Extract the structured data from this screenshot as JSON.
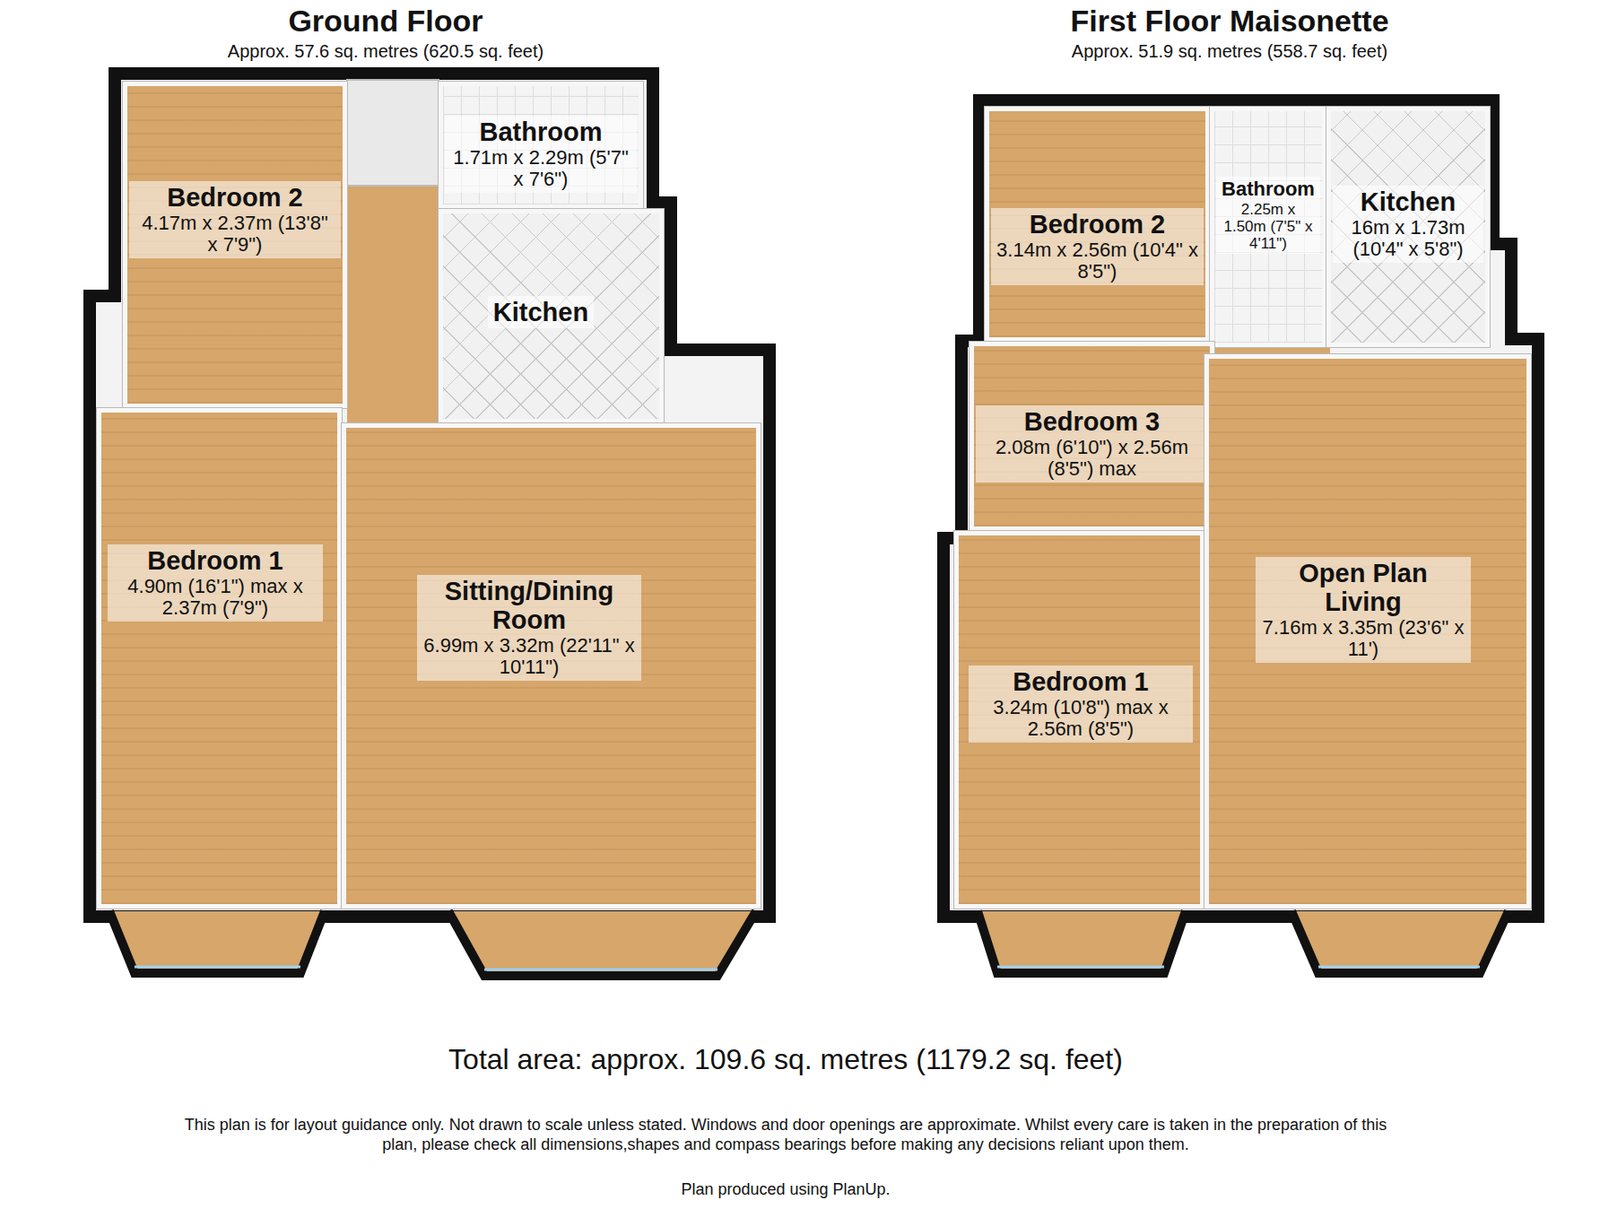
{
  "diagram": {
    "caption": "Total area: approx. 109.6 sq. metres (1179.2 sq. feet)",
    "nodes": [
      {
        "text": [
          "Ground Floor",
          "Approx. 57.6 sq. metres (620.5 sq. feet)"
        ]
      },
      {
        "text": [
          "Bedroom 2",
          "4.17m x 2.37m (13'8\" x 7'9\")"
        ],
        "in": 0
      },
      {
        "text": [
          "Bathroom",
          "1.71m x 2.29m (5'7\" x 7'6\")"
        ],
        "in": 0
      },
      {
        "text": [
          "Kitchen"
        ],
        "in": 0
      },
      {
        "text": [
          "Bedroom 1",
          "4.90m (16'1\") max x 2.37m (7'9\")"
        ],
        "in": 0
      },
      {
        "text": [
          "Sitting/Dining Room",
          "6.99m x 3.32m (22'11\" x 10'11\")"
        ],
        "in": 0
      },
      {
        "text": [
          "First Floor Maisonette",
          "Approx. 51.9 sq. metres (558.7 sq. feet)"
        ]
      },
      {
        "text": [
          "Bedroom 2",
          "3.14m x 2.56m (10'4\" x 8'5\")"
        ],
        "in": 6
      },
      {
        "text": [
          "Bathroom",
          "2.25m x 1.50m (7'5\" x 4'11\")"
        ],
        "in": 6
      },
      {
        "text": [
          "Kitchen",
          "16m x 1.73m (10'4\" x 5'8\")"
        ],
        "in": 6
      },
      {
        "text": [
          "Bedroom 3",
          "2.08m (6'10\") x 2.56m (8'5\") max"
        ],
        "in": 6
      },
      {
        "text": [
          "Bedroom 1",
          "3.24m (10'8\") max x 2.56m (8'5\")"
        ],
        "in": 6
      },
      {
        "text": [
          "Open Plan Living",
          "7.16m x 3.35m (23'6\" x 11')"
        ],
        "in": 6
      }
    ],
    "labels": [
      "This plan is for layout guidance only. Not drawn to scale unless stated. Windows and door openings are approximate. Whilst every care is taken in the preparation of this plan, please check all dimensions,shapes and compass bearings before making any decisions reliant upon them.",
      "Plan produced using PlanUp."
    ]
  }
}
